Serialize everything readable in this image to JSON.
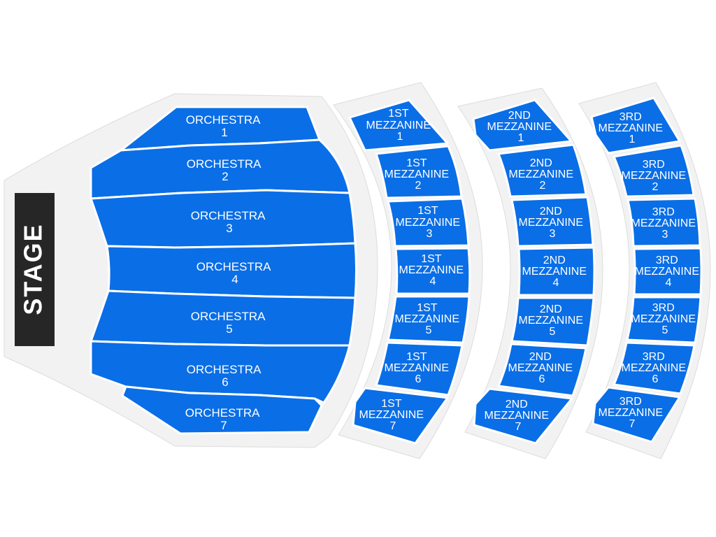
{
  "stage": {
    "label": "STAGE"
  },
  "colors": {
    "section_fill": "#0a6ee6",
    "section_stroke": "#ffffff",
    "backdrop": "#f2f2f2",
    "backdrop_stroke": "#dcdcdc",
    "stage_fill": "#262626",
    "label_text": "#ffffff"
  },
  "levels": {
    "orchestra": {
      "sections": [
        {
          "line1": "ORCHESTRA",
          "line2": "1"
        },
        {
          "line1": "ORCHESTRA",
          "line2": "2"
        },
        {
          "line1": "ORCHESTRA",
          "line2": "3"
        },
        {
          "line1": "ORCHESTRA",
          "line2": "4"
        },
        {
          "line1": "ORCHESTRA",
          "line2": "5"
        },
        {
          "line1": "ORCHESTRA",
          "line2": "6"
        },
        {
          "line1": "ORCHESTRA",
          "line2": "7"
        }
      ]
    },
    "mezz1": {
      "sections": [
        {
          "line1": "1ST",
          "line2": "MEZZANINE",
          "line3": "1"
        },
        {
          "line1": "1ST",
          "line2": "MEZZANINE",
          "line3": "2"
        },
        {
          "line1": "1ST",
          "line2": "MEZZANINE",
          "line3": "3"
        },
        {
          "line1": "1ST",
          "line2": "MEZZANINE",
          "line3": "4"
        },
        {
          "line1": "1ST",
          "line2": "MEZZANINE",
          "line3": "5"
        },
        {
          "line1": "1ST",
          "line2": "MEZZANINE",
          "line3": "6"
        },
        {
          "line1": "1ST",
          "line2": "MEZZANINE",
          "line3": "7"
        }
      ]
    },
    "mezz2": {
      "sections": [
        {
          "line1": "2ND",
          "line2": "MEZZANINE",
          "line3": "1"
        },
        {
          "line1": "2ND",
          "line2": "MEZZANINE",
          "line3": "2"
        },
        {
          "line1": "2ND",
          "line2": "MEZZANINE",
          "line3": "3"
        },
        {
          "line1": "2ND",
          "line2": "MEZZANINE",
          "line3": "4"
        },
        {
          "line1": "2ND",
          "line2": "MEZZANINE",
          "line3": "5"
        },
        {
          "line1": "2ND",
          "line2": "MEZZANINE",
          "line3": "6"
        },
        {
          "line1": "2ND",
          "line2": "MEZZANINE",
          "line3": "7"
        }
      ]
    },
    "mezz3": {
      "sections": [
        {
          "line1": "3RD",
          "line2": "MEZZANINE",
          "line3": "1"
        },
        {
          "line1": "3RD",
          "line2": "MEZZANINE",
          "line3": "2"
        },
        {
          "line1": "3RD",
          "line2": "MEZZANINE",
          "line3": "3"
        },
        {
          "line1": "3RD",
          "line2": "MEZZANINE",
          "line3": "4"
        },
        {
          "line1": "3RD",
          "line2": "MEZZANINE",
          "line3": "5"
        },
        {
          "line1": "3RD",
          "line2": "MEZZANINE",
          "line3": "6"
        },
        {
          "line1": "3RD",
          "line2": "MEZZANINE",
          "line3": "7"
        }
      ]
    }
  }
}
